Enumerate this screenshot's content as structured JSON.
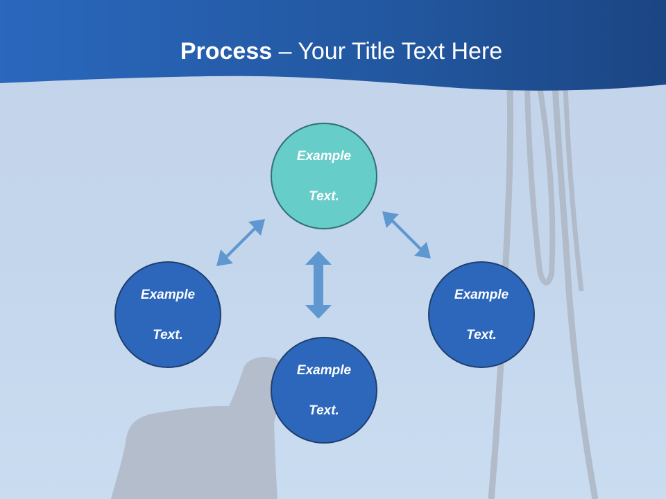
{
  "title": {
    "bold": "Process",
    "separator": " – ",
    "rest": "Your Title Text Here"
  },
  "nodes": [
    {
      "id": "top",
      "line1": "Example",
      "line2": "Text.",
      "color": "#66cdc9"
    },
    {
      "id": "left",
      "line1": "Example",
      "line2": "Text.",
      "color": "#2d67bc"
    },
    {
      "id": "bottom",
      "line1": "Example",
      "line2": "Text.",
      "color": "#2d67bc"
    },
    {
      "id": "right",
      "line1": "Example",
      "line2": "Text.",
      "color": "#2d67bc"
    }
  ],
  "colors": {
    "header": "#2459a4",
    "arrow": "#5f97d0",
    "background": "#c4d6ec",
    "silhouette": "#b3bdcb"
  },
  "icons": [
    "double-arrow-icon",
    "person-silhouette-icon",
    "chain-icon"
  ]
}
